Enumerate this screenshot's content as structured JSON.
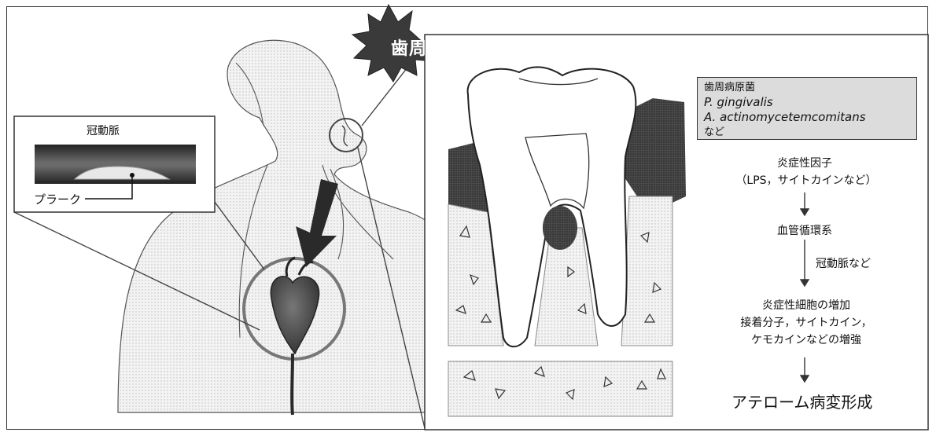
{
  "burst_label": "歯周炎",
  "inset": {
    "title": "冠動脈",
    "plaque_label": "プラーク"
  },
  "bacteria": {
    "heading": "歯周病原菌",
    "species": [
      "P. gingivalis",
      "A. actinomycetemcomitans"
    ],
    "suffix": "など"
  },
  "flow": {
    "step1_line1": "炎症性因子",
    "step1_line2": "（LPS，サイトカインなど）",
    "step2": "血管循環系",
    "step2_side": "冠動脈など",
    "step3_line1": "炎症性細胞の増加",
    "step3_line2": "接着分子，サイトカイン，",
    "step3_line3": "ケモカインなどの増強",
    "final": "アテローム病変形成"
  },
  "colors": {
    "line": "#333333",
    "dark": "#3a3a3a",
    "gray": "#9a9a9a",
    "light": "#dcdcdc"
  }
}
